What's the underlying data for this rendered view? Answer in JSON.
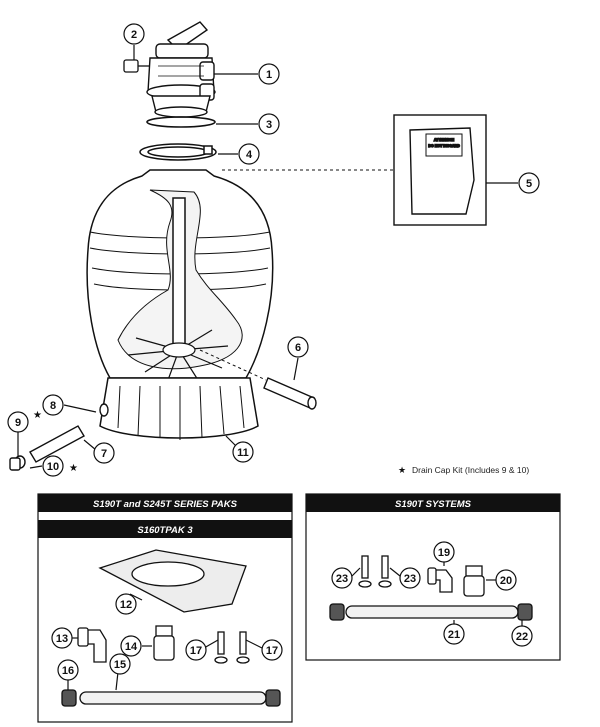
{
  "callouts": [
    "1",
    "2",
    "3",
    "4",
    "5",
    "6",
    "7",
    "8",
    "9",
    "10",
    "11",
    "12",
    "13",
    "14",
    "15",
    "16",
    "17",
    "20",
    "21",
    "22",
    "23",
    "23",
    "19"
  ],
  "note": {
    "star": "★",
    "text": "Drain Cap Kit (Includes 9 & 10)",
    "markers": [
      "★",
      "★"
    ]
  },
  "sign": {
    "line1": "ATTENTION",
    "line2": "DO NOT DISCARD"
  },
  "boxes": {
    "series_title": "S190T and S245T SERIES PAKS",
    "tpak_title": "S160TPAK 3",
    "systems_title": "S190T SYSTEMS"
  }
}
